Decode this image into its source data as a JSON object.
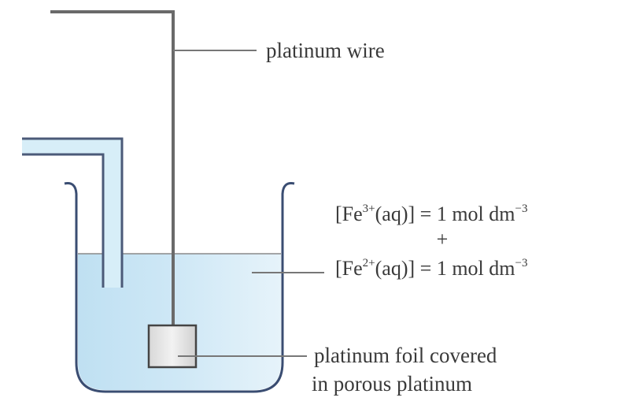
{
  "labels": {
    "wire": "platinum wire",
    "foil_line1": "platinum foil covered",
    "foil_line2": "in porous platinum"
  },
  "solution": {
    "fe3": {
      "open": "[Fe",
      "charge": "3+",
      "close": "(aq)] = 1 mol dm",
      "exponent": "−3"
    },
    "plus": "+",
    "fe2": {
      "open": "[Fe",
      "charge": "2+",
      "close": "(aq)] = 1 mol dm",
      "exponent": "−3"
    }
  },
  "colors": {
    "solution": "#c6e4f4",
    "solution_edge": "#a8d2ea",
    "tube_fill": "#d7eef8",
    "glass": "#3a4d72",
    "wire": "#6a6a6a",
    "leader": "#777777",
    "foil_fill": "#e4e4e4",
    "foil_edge": "#444444",
    "text": "#3a3a3a"
  }
}
